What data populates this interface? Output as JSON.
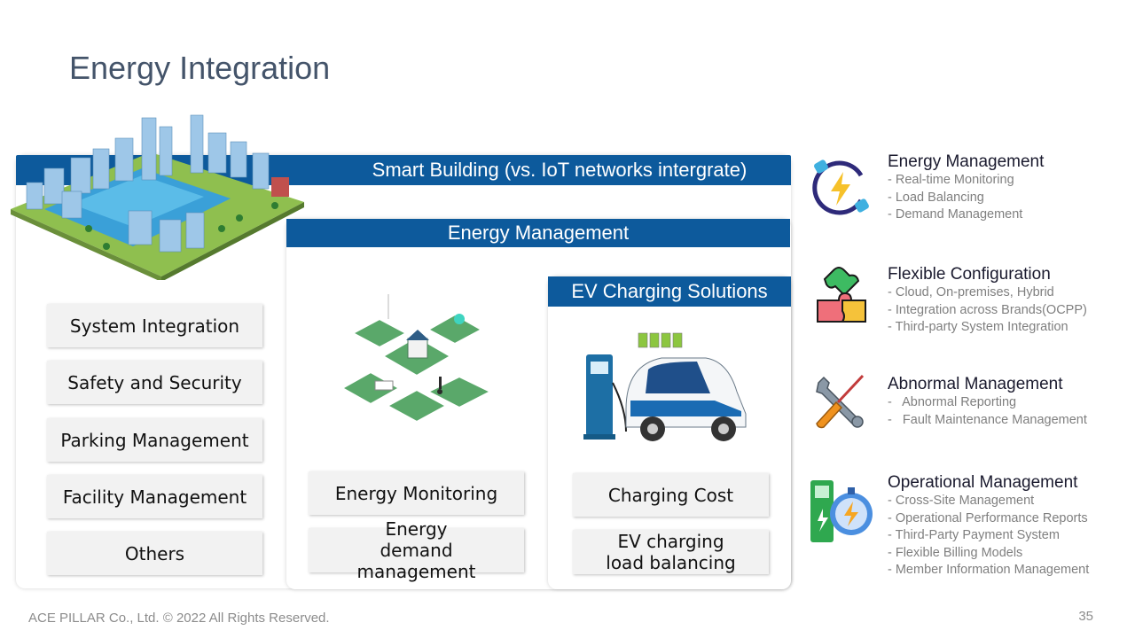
{
  "title": "Energy Integration",
  "colors": {
    "bar": "#0d5a9c",
    "button_bg": "#f2f2f2",
    "title": "#44546a"
  },
  "smart_building": {
    "header": "Smart Building (vs. IoT networks intergrate)",
    "items": [
      "System Integration",
      "Safety and Security",
      "Parking Management",
      "Facility Management",
      "Others"
    ]
  },
  "energy_management": {
    "header": "Energy Management",
    "items": [
      "Energy Monitoring",
      "Energy demand management"
    ]
  },
  "ev_charging": {
    "header": "EV Charging Solutions",
    "items": [
      "Charging Cost",
      "EV charging load balancing"
    ]
  },
  "features": [
    {
      "icon": "energy-cycle-icon",
      "heading": "Energy Management",
      "items": [
        "- Real-time Monitoring",
        "- Load Balancing",
        "- Demand Management"
      ]
    },
    {
      "icon": "puzzle-icon",
      "heading": "Flexible Configuration",
      "items": [
        "- Cloud, On-premises, Hybrid",
        "- Integration across Brands(OCPP)",
        "- Third-party System Integration"
      ]
    },
    {
      "icon": "tools-icon",
      "heading": "Abnormal Management",
      "items": [
        "-   Abnormal Reporting",
        "-   Fault Maintenance Management"
      ]
    },
    {
      "icon": "charger-stopwatch-icon",
      "heading": "Operational Management",
      "items": [
        "- Cross-Site Management",
        "- Operational Performance Reports",
        "- Third-Party Payment System",
        "- Flexible Billing Models",
        "- Member Information Management"
      ]
    }
  ],
  "footer": "ACE PILLAR Co., Ltd. © 2022 All Rights Reserved.",
  "page_number": "35"
}
